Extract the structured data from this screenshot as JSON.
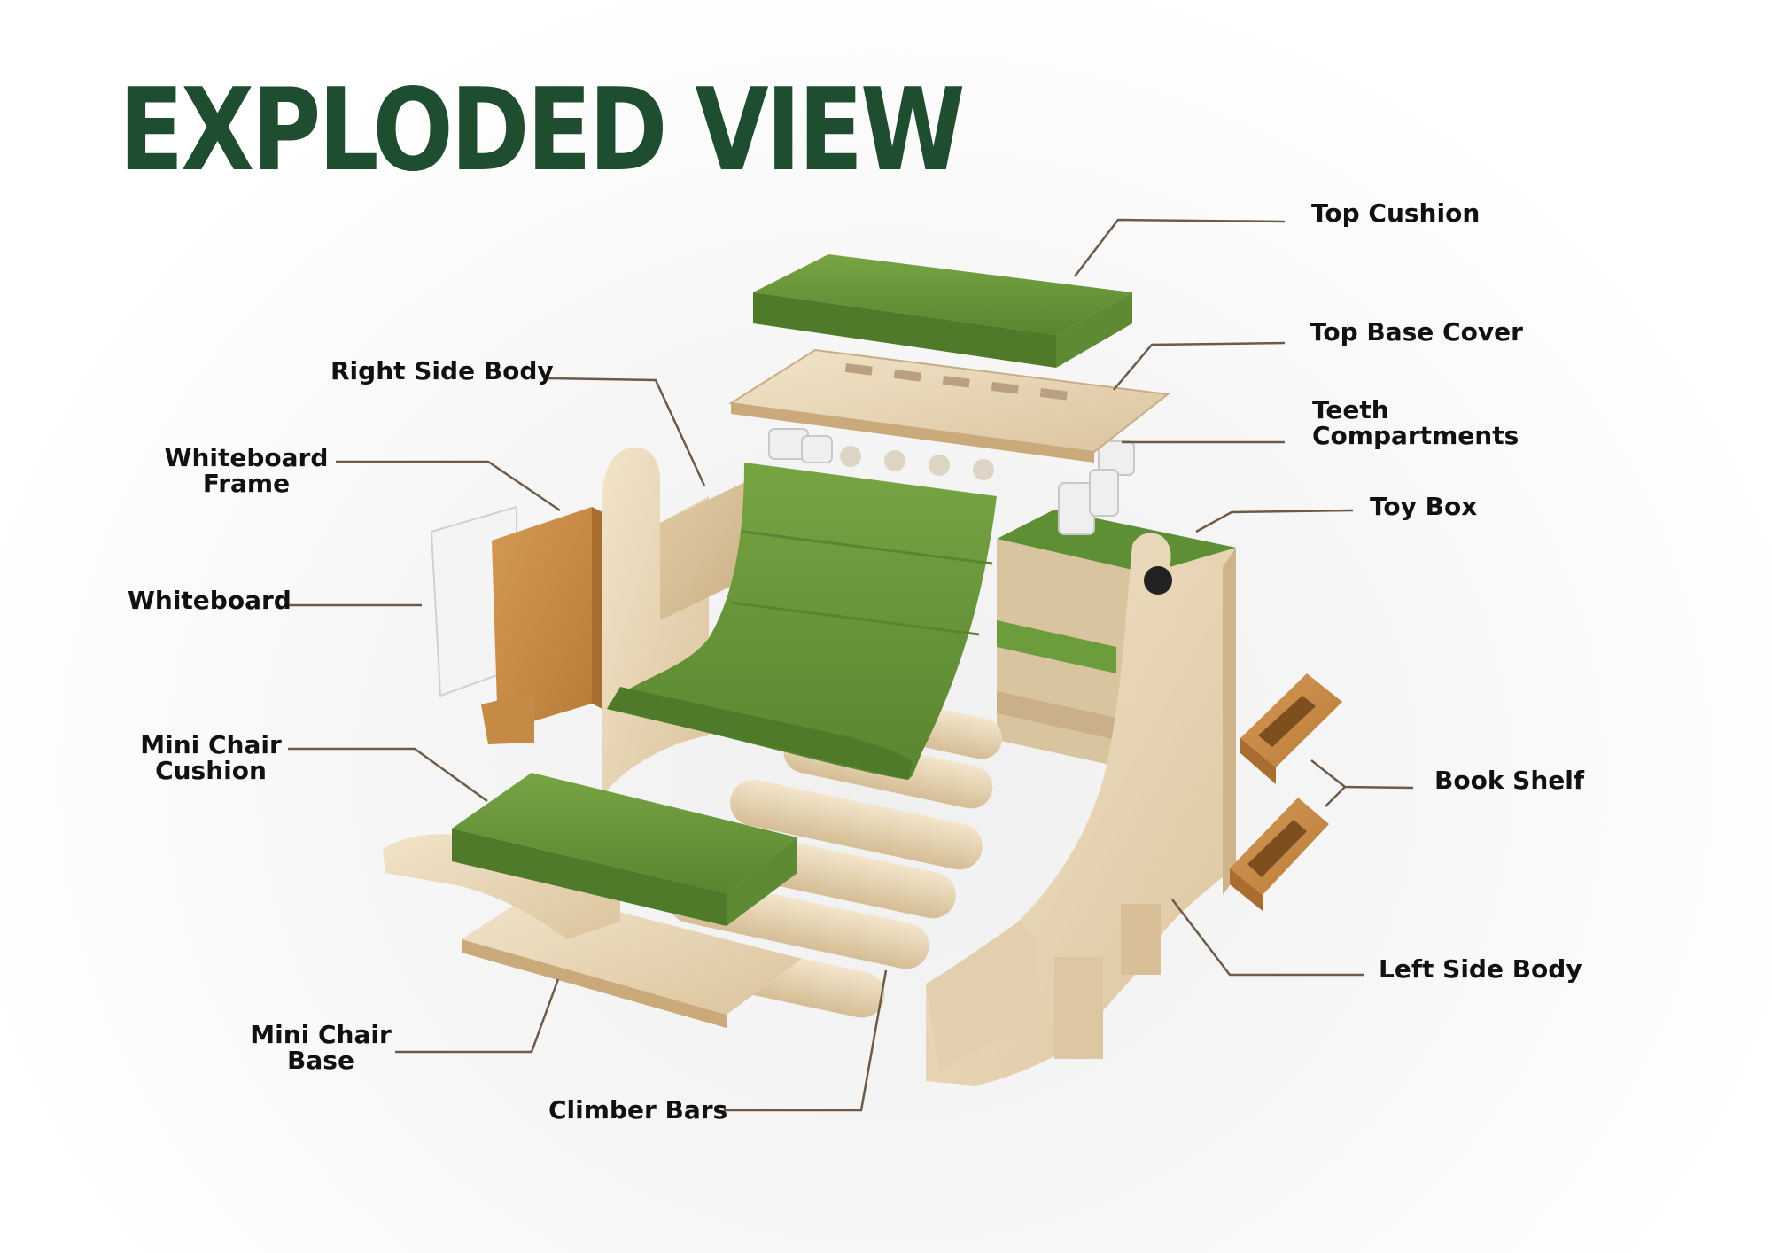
{
  "title": "EXPLODED VIEW",
  "colors": {
    "title": "#1f4d30",
    "cushion": "#6b9a3a",
    "wood": "#e9d7b7",
    "leader": "#6e5a48"
  },
  "labels": {
    "top_cushion": "Top Cushion",
    "top_base_cover": "Top Base Cover",
    "teeth_compartments": "Teeth\nCompartments",
    "toy_box": "Toy Box",
    "book_shelf": "Book Shelf",
    "left_side_body": "Left Side Body",
    "right_side_body": "Right Side Body",
    "whiteboard_frame": "Whiteboard\nFrame",
    "whiteboard": "Whiteboard",
    "mini_chair_cushion": "Mini Chair\nCushion",
    "mini_chair_base": "Mini Chair\nBase",
    "climber_bars": "Climber Bars"
  }
}
